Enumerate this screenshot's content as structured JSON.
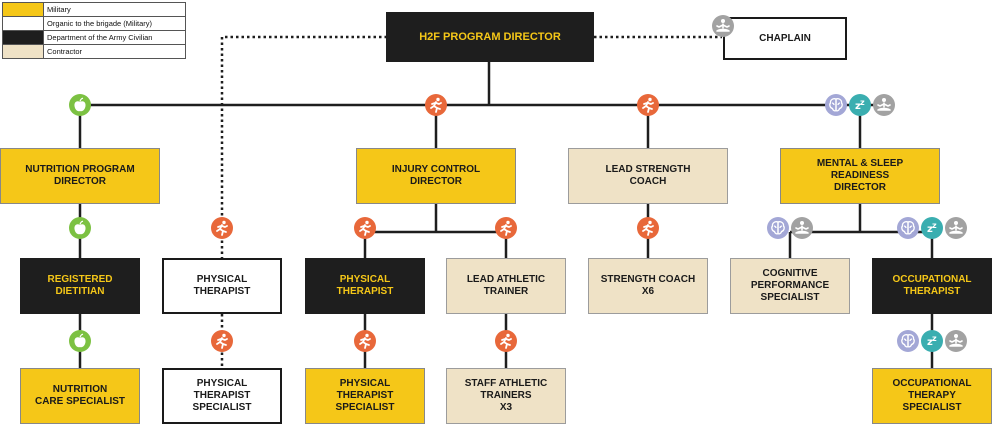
{
  "legend": [
    {
      "label": "Military",
      "color": "#f5c718"
    },
    {
      "label": "Organic to the brigade (Military)",
      "color": "#ffffff"
    },
    {
      "label": "Department of the Army Civilian",
      "color": "#1e1e1e"
    },
    {
      "label": "Contractor",
      "color": "#efe2c6"
    }
  ],
  "colors": {
    "military": "#f5c718",
    "civilian": "#1e1e1e",
    "contractor": "#efe2c6",
    "line": "#1e1e1e",
    "run_icon": "#e8683a",
    "apple_icon": "#7cc142",
    "brain_icon": "#a3a7d6",
    "sleep_icon": "#3aaeb0",
    "meditation_icon": "#a2a2a2"
  },
  "nodes": {
    "director": "H2F PROGRAM DIRECTOR",
    "chaplain": "CHAPLAIN",
    "nutrition_director": "NUTRITION PROGRAM\nDIRECTOR",
    "dietitian": "REGISTERED\nDIETITIAN",
    "nutrition_specialist": "NUTRITION\nCARE SPECIALIST",
    "physical_therapist_organic": "PHYSICAL\nTHERAPIST",
    "pt_specialist_organic": "PHYSICAL\nTHERAPIST\nSPECIALIST",
    "injury_director": "INJURY CONTROL\nDIRECTOR",
    "physical_therapist": "PHYSICAL\nTHERAPIST",
    "pt_specialist": "PHYSICAL\nTHERAPIST\nSPECIALIST",
    "lead_athletic_trainer": "LEAD ATHLETIC\nTRAINER",
    "staff_athletic_trainers": "STAFF ATHLETIC\nTRAINERS\nX3",
    "lead_strength_coach": "LEAD STRENGTH\nCOACH",
    "strength_coach": "STRENGTH COACH\nX6",
    "mental_director": "MENTAL & SLEEP\nREADINESS\nDIRECTOR",
    "cognitive_specialist": "COGNITIVE\nPERFORMANCE\nSPECIALIST",
    "occupational_therapist": "OCCUPATIONAL\nTHERAPIST",
    "ot_specialist": "OCCUPATIONAL\nTHERAPY\nSPECIALIST"
  },
  "icons": {
    "chaplain": [
      "meditation-icon"
    ],
    "nutrition": [
      "apple-icon"
    ],
    "physical": [
      "runner-icon"
    ],
    "strength": [
      "runner-icon"
    ],
    "mental": [
      "brain-icon",
      "sleep-icon",
      "meditation-icon"
    ],
    "cognitive": [
      "brain-icon",
      "meditation-icon"
    ]
  }
}
